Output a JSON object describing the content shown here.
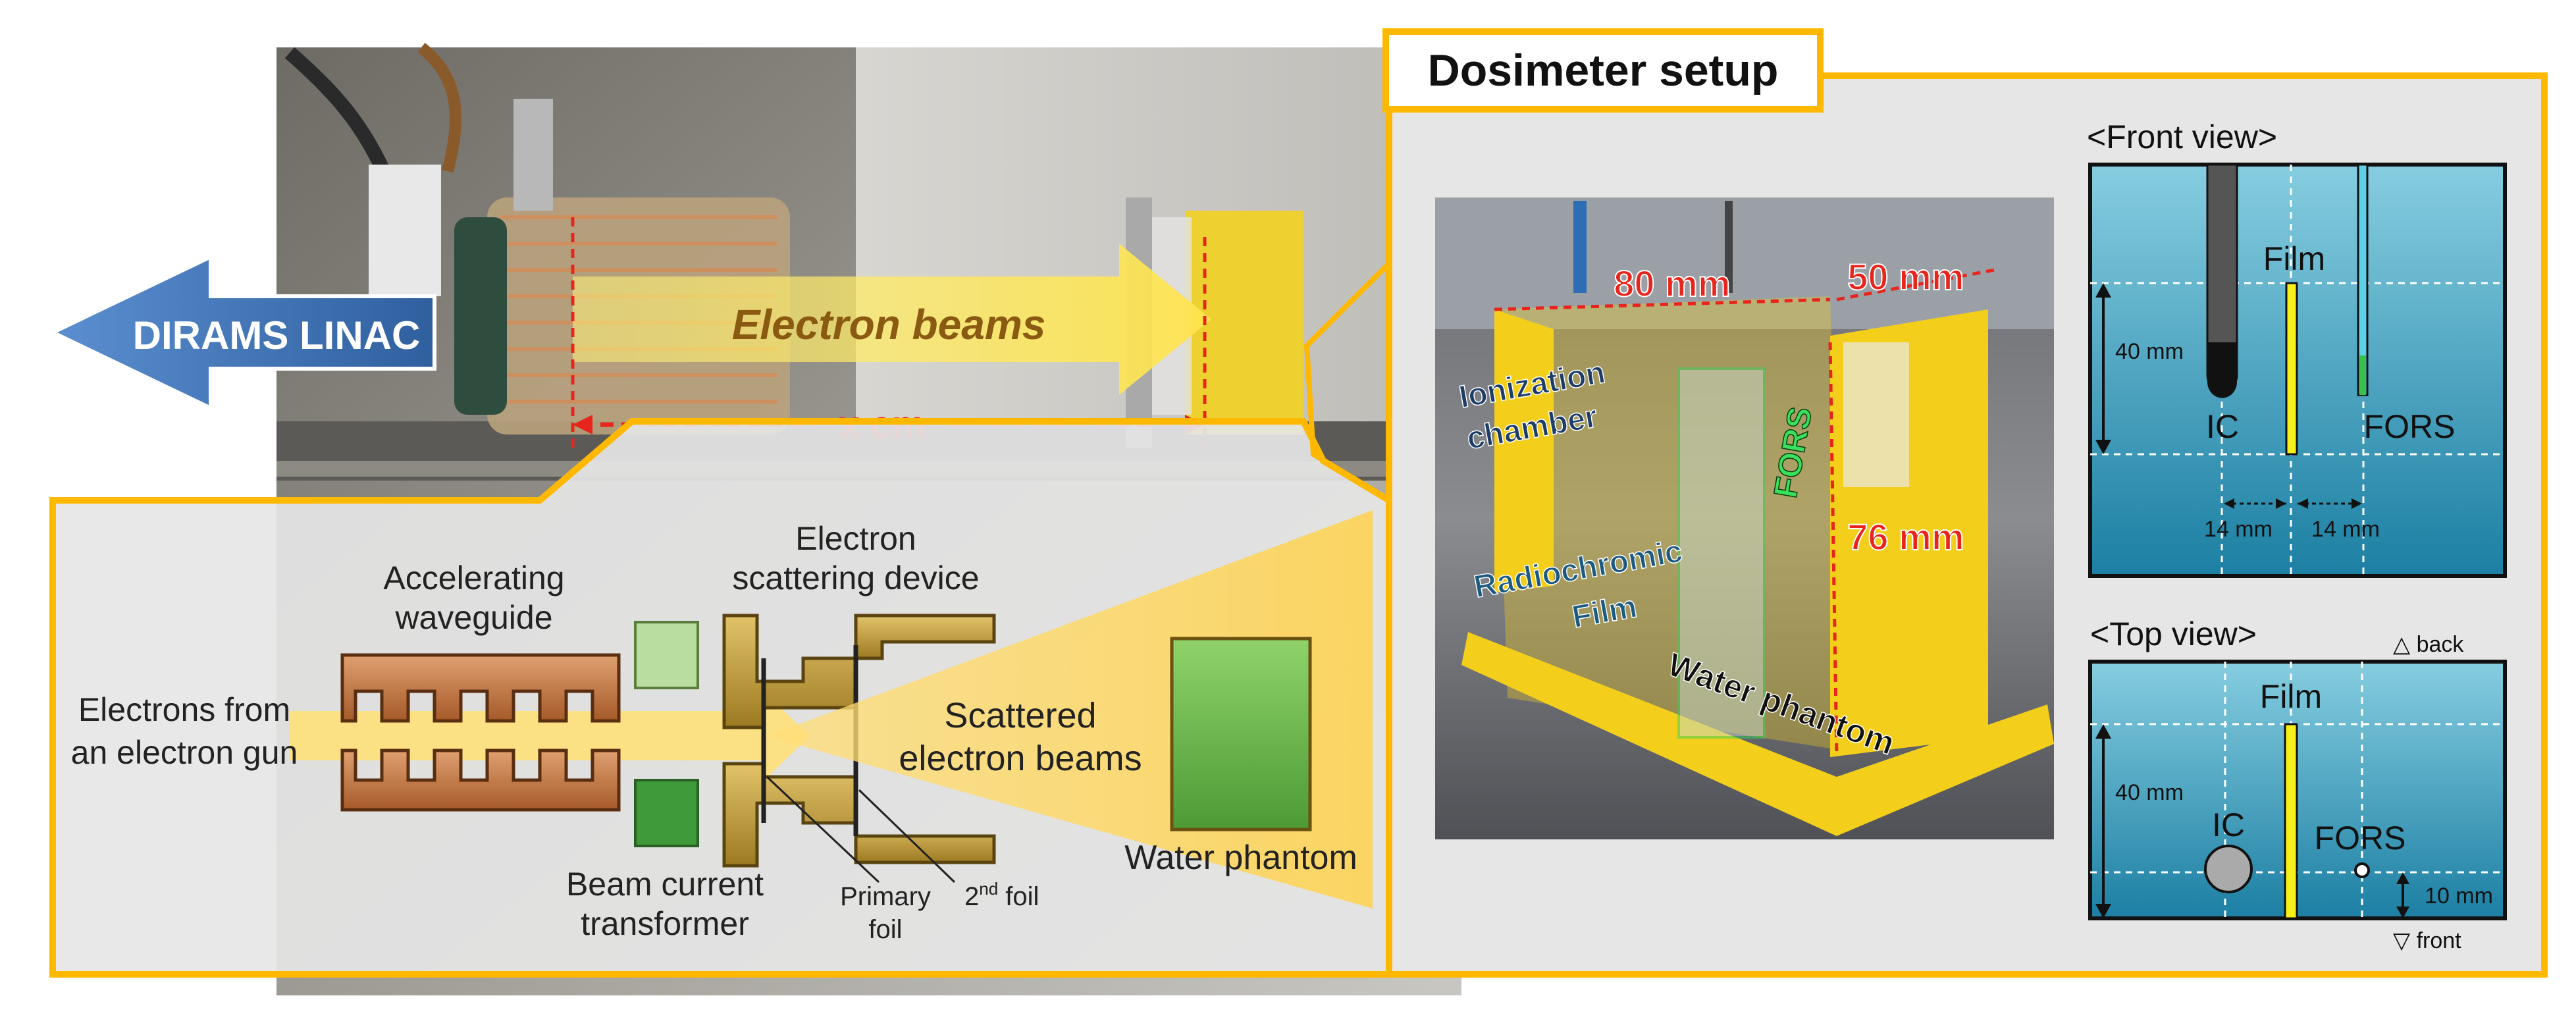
{
  "photo": {
    "linac_label": "DIRAMS LINAC",
    "beam_label": "Electron beams",
    "distance_label": "x cm"
  },
  "schematic": {
    "waveguide_label": [
      "Accelerating",
      "waveguide"
    ],
    "scattering_label": [
      "Electron",
      "scattering device"
    ],
    "electrons_label": [
      "Electrons from",
      "an electron gun"
    ],
    "scattered_label": [
      "Scattered",
      "electron beams"
    ],
    "water_phantom_label": "Water phantom",
    "bct_label": [
      "Beam current",
      "transformer"
    ],
    "primary_foil_label": [
      "Primary",
      "foil"
    ],
    "second_foil_label": "2",
    "second_foil_sup": "nd",
    "second_foil_suffix": " foil"
  },
  "dosimeter": {
    "title": "Dosimeter setup",
    "photo_labels": {
      "width": "80 mm",
      "depth": "50 mm",
      "height": "76 mm",
      "ionization": [
        "Ionization",
        "chamber"
      ],
      "fors": "FORS",
      "film": [
        "Radiochromic",
        "Film"
      ],
      "water_phantom": "Water phantom"
    },
    "front_view": {
      "title": "<Front view>",
      "film": "Film",
      "ic": "IC",
      "fors": "FORS",
      "depth": "40 mm",
      "spacing_left": "14 mm",
      "spacing_right": "14 mm"
    },
    "top_view": {
      "title": "<Top view>",
      "back": "△ back",
      "front": "▽ front",
      "film": "Film",
      "ic": "IC",
      "fors": "FORS",
      "depth": "40 mm",
      "offset": "10 mm"
    }
  },
  "colors": {
    "frame_yellow": "#FFB800",
    "arrow_blue": "#2E6DB4",
    "beam_yellow": "#FFE066",
    "copper": "#C87A45",
    "gold": "#C9A23A",
    "phantom_green": "#7DC55A",
    "view_blue": "#3E9BB8",
    "measure_red": "#E8251C"
  }
}
